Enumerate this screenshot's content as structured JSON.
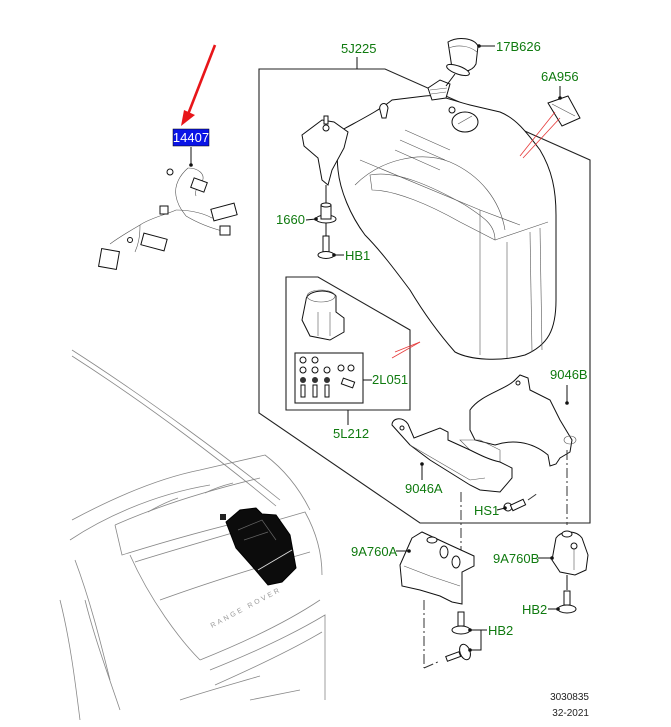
{
  "diagram": {
    "title": "Parts illustration - fluid reservoir assembly",
    "highlighted_part": {
      "label": "14407",
      "highlight_color": "#0a14e6",
      "text_color": "#ffffff",
      "pointer_color": "#e8161a"
    },
    "callout_color": "#0f7a0f",
    "callouts": [
      {
        "id": "5J225",
        "label": "5J225"
      },
      {
        "id": "17B626",
        "label": "17B626"
      },
      {
        "id": "6A956",
        "label": "6A956"
      },
      {
        "id": "1660",
        "label": "1660"
      },
      {
        "id": "HB1",
        "label": "HB1"
      },
      {
        "id": "2L051",
        "label": "2L051"
      },
      {
        "id": "5L212",
        "label": "5L212"
      },
      {
        "id": "9046B",
        "label": "9046B"
      },
      {
        "id": "9046A",
        "label": "9046A"
      },
      {
        "id": "HS1",
        "label": "HS1"
      },
      {
        "id": "9A760A",
        "label": "9A760A"
      },
      {
        "id": "9A760B",
        "label": "9A760B"
      },
      {
        "id": "HB2-right",
        "label": "HB2"
      },
      {
        "id": "HB2-left",
        "label": "HB2"
      }
    ],
    "vehicle_badge_text": "RANGE ROVER",
    "footer": {
      "drawing_number": "3030835",
      "revision": "32-2021"
    }
  }
}
